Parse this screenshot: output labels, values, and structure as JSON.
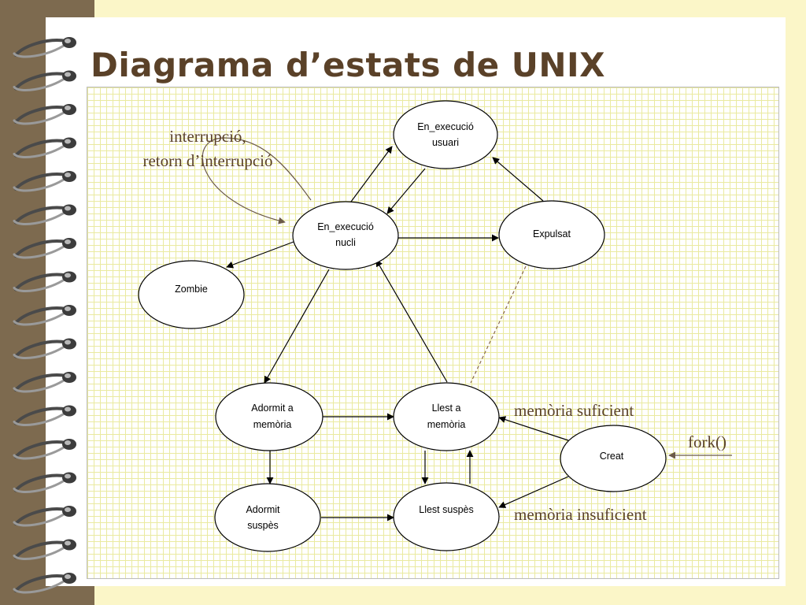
{
  "slide": {
    "title": "Diagrama d’estats de UNIX"
  },
  "states": {
    "en_execucio_usuari": [
      "En_execució",
      "usuari"
    ],
    "en_execucio_nucli": [
      "En_execució",
      "nucli"
    ],
    "expulsat": [
      "Expulsat"
    ],
    "zombie": [
      "Zombie"
    ],
    "adormit_memoria": [
      "Adormit a",
      "memòria"
    ],
    "llest_memoria": [
      "Llest a",
      "memòria"
    ],
    "creat": [
      "Creat"
    ],
    "adormit_suspes": [
      "Adormit",
      "suspès"
    ],
    "llest_suspes": [
      "Llest suspès"
    ]
  },
  "annotations": {
    "interrupcio_line1": "interrupció,",
    "interrupcio_line2": "retorn d’interrupció",
    "memoria_suficient": "memòria suficient",
    "memoria_insuficient": "memòria insuficient",
    "fork": "fork()"
  },
  "colors": {
    "binding": "#7d6a4f",
    "background": "#fbf6c8",
    "title": "#5a4128",
    "grid_line": "#eaeaa0"
  }
}
